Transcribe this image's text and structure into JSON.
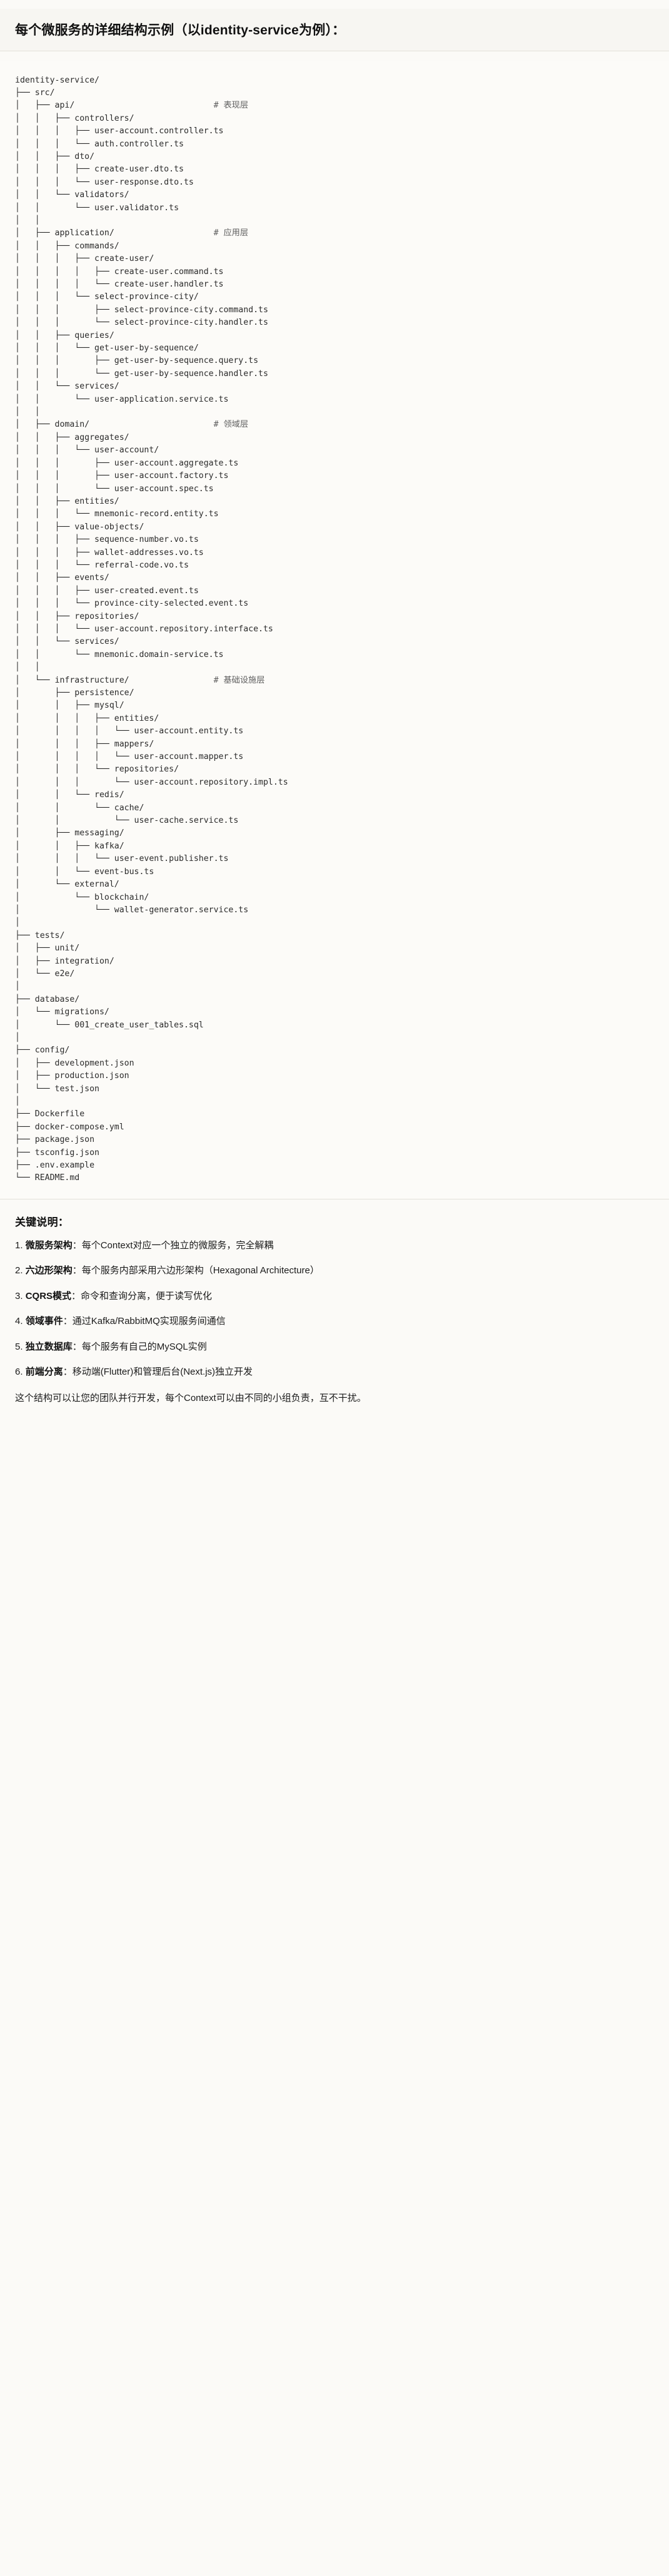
{
  "heading": "每个微服务的详细结构示例（以identity-service为例）：",
  "tree": {
    "root": "identity-service/",
    "lines": [
      {
        "prefix": "identity-service/",
        "comment": ""
      },
      {
        "prefix": "├── src/",
        "comment": ""
      },
      {
        "prefix": "│   ├── api/",
        "comment": "# 表现层"
      },
      {
        "prefix": "│   │   ├── controllers/",
        "comment": ""
      },
      {
        "prefix": "│   │   │   ├── user-account.controller.ts",
        "comment": ""
      },
      {
        "prefix": "│   │   │   └── auth.controller.ts",
        "comment": ""
      },
      {
        "prefix": "│   │   ├── dto/",
        "comment": ""
      },
      {
        "prefix": "│   │   │   ├── create-user.dto.ts",
        "comment": ""
      },
      {
        "prefix": "│   │   │   └── user-response.dto.ts",
        "comment": ""
      },
      {
        "prefix": "│   │   └── validators/",
        "comment": ""
      },
      {
        "prefix": "│   │       └── user.validator.ts",
        "comment": ""
      },
      {
        "prefix": "│   │",
        "comment": ""
      },
      {
        "prefix": "│   ├── application/",
        "comment": "# 应用层"
      },
      {
        "prefix": "│   │   ├── commands/",
        "comment": ""
      },
      {
        "prefix": "│   │   │   ├── create-user/",
        "comment": ""
      },
      {
        "prefix": "│   │   │   │   ├── create-user.command.ts",
        "comment": ""
      },
      {
        "prefix": "│   │   │   │   └── create-user.handler.ts",
        "comment": ""
      },
      {
        "prefix": "│   │   │   └── select-province-city/",
        "comment": ""
      },
      {
        "prefix": "│   │   │       ├── select-province-city.command.ts",
        "comment": ""
      },
      {
        "prefix": "│   │   │       └── select-province-city.handler.ts",
        "comment": ""
      },
      {
        "prefix": "│   │   ├── queries/",
        "comment": ""
      },
      {
        "prefix": "│   │   │   └── get-user-by-sequence/",
        "comment": ""
      },
      {
        "prefix": "│   │   │       ├── get-user-by-sequence.query.ts",
        "comment": ""
      },
      {
        "prefix": "│   │   │       └── get-user-by-sequence.handler.ts",
        "comment": ""
      },
      {
        "prefix": "│   │   └── services/",
        "comment": ""
      },
      {
        "prefix": "│   │       └── user-application.service.ts",
        "comment": ""
      },
      {
        "prefix": "│   │",
        "comment": ""
      },
      {
        "prefix": "│   ├── domain/",
        "comment": "# 领域层"
      },
      {
        "prefix": "│   │   ├── aggregates/",
        "comment": ""
      },
      {
        "prefix": "│   │   │   └── user-account/",
        "comment": ""
      },
      {
        "prefix": "│   │   │       ├── user-account.aggregate.ts",
        "comment": ""
      },
      {
        "prefix": "│   │   │       ├── user-account.factory.ts",
        "comment": ""
      },
      {
        "prefix": "│   │   │       └── user-account.spec.ts",
        "comment": ""
      },
      {
        "prefix": "│   │   ├── entities/",
        "comment": ""
      },
      {
        "prefix": "│   │   │   └── mnemonic-record.entity.ts",
        "comment": ""
      },
      {
        "prefix": "│   │   ├── value-objects/",
        "comment": ""
      },
      {
        "prefix": "│   │   │   ├── sequence-number.vo.ts",
        "comment": ""
      },
      {
        "prefix": "│   │   │   ├── wallet-addresses.vo.ts",
        "comment": ""
      },
      {
        "prefix": "│   │   │   └── referral-code.vo.ts",
        "comment": ""
      },
      {
        "prefix": "│   │   ├── events/",
        "comment": ""
      },
      {
        "prefix": "│   │   │   ├── user-created.event.ts",
        "comment": ""
      },
      {
        "prefix": "│   │   │   └── province-city-selected.event.ts",
        "comment": ""
      },
      {
        "prefix": "│   │   ├── repositories/",
        "comment": ""
      },
      {
        "prefix": "│   │   │   └── user-account.repository.interface.ts",
        "comment": ""
      },
      {
        "prefix": "│   │   └── services/",
        "comment": ""
      },
      {
        "prefix": "│   │       └── mnemonic.domain-service.ts",
        "comment": ""
      },
      {
        "prefix": "│   │",
        "comment": ""
      },
      {
        "prefix": "│   └── infrastructure/",
        "comment": "# 基础设施层"
      },
      {
        "prefix": "│       ├── persistence/",
        "comment": ""
      },
      {
        "prefix": "│       │   ├── mysql/",
        "comment": ""
      },
      {
        "prefix": "│       │   │   ├── entities/",
        "comment": ""
      },
      {
        "prefix": "│       │   │   │   └── user-account.entity.ts",
        "comment": ""
      },
      {
        "prefix": "│       │   │   ├── mappers/",
        "comment": ""
      },
      {
        "prefix": "│       │   │   │   └── user-account.mapper.ts",
        "comment": ""
      },
      {
        "prefix": "│       │   │   └── repositories/",
        "comment": ""
      },
      {
        "prefix": "│       │   │       └── user-account.repository.impl.ts",
        "comment": ""
      },
      {
        "prefix": "│       │   └── redis/",
        "comment": ""
      },
      {
        "prefix": "│       │       └── cache/",
        "comment": ""
      },
      {
        "prefix": "│       │           └── user-cache.service.ts",
        "comment": ""
      },
      {
        "prefix": "│       ├── messaging/",
        "comment": ""
      },
      {
        "prefix": "│       │   ├── kafka/",
        "comment": ""
      },
      {
        "prefix": "│       │   │   └── user-event.publisher.ts",
        "comment": ""
      },
      {
        "prefix": "│       │   └── event-bus.ts",
        "comment": ""
      },
      {
        "prefix": "│       └── external/",
        "comment": ""
      },
      {
        "prefix": "│           └── blockchain/",
        "comment": ""
      },
      {
        "prefix": "│               └── wallet-generator.service.ts",
        "comment": ""
      },
      {
        "prefix": "│",
        "comment": ""
      },
      {
        "prefix": "├── tests/",
        "comment": ""
      },
      {
        "prefix": "│   ├── unit/",
        "comment": ""
      },
      {
        "prefix": "│   ├── integration/",
        "comment": ""
      },
      {
        "prefix": "│   └── e2e/",
        "comment": ""
      },
      {
        "prefix": "│",
        "comment": ""
      },
      {
        "prefix": "├── database/",
        "comment": ""
      },
      {
        "prefix": "│   └── migrations/",
        "comment": ""
      },
      {
        "prefix": "│       └── 001_create_user_tables.sql",
        "comment": ""
      },
      {
        "prefix": "│",
        "comment": ""
      },
      {
        "prefix": "├── config/",
        "comment": ""
      },
      {
        "prefix": "│   ├── development.json",
        "comment": ""
      },
      {
        "prefix": "│   ├── production.json",
        "comment": ""
      },
      {
        "prefix": "│   └── test.json",
        "comment": ""
      },
      {
        "prefix": "│",
        "comment": ""
      },
      {
        "prefix": "├── Dockerfile",
        "comment": ""
      },
      {
        "prefix": "├── docker-compose.yml",
        "comment": ""
      },
      {
        "prefix": "├── package.json",
        "comment": ""
      },
      {
        "prefix": "├── tsconfig.json",
        "comment": ""
      },
      {
        "prefix": "├── .env.example",
        "comment": ""
      },
      {
        "prefix": "└── README.md",
        "comment": ""
      }
    ],
    "comment_column": 40
  },
  "notes": {
    "title": "关键说明：",
    "items": [
      {
        "num": "1.",
        "term": "微服务架构",
        "sep": "：",
        "desc": "每个Context对应一个独立的微服务，完全解耦"
      },
      {
        "num": "2.",
        "term": "六边形架构",
        "sep": "：",
        "desc": "每个服务内部采用六边形架构（Hexagonal Architecture）"
      },
      {
        "num": "3.",
        "term": "CQRS模式",
        "sep": "：",
        "desc": "命令和查询分离，便于读写优化"
      },
      {
        "num": "4.",
        "term": "领域事件",
        "sep": "：",
        "desc": "通过Kafka/RabbitMQ实现服务间通信"
      },
      {
        "num": "5.",
        "term": "独立数据库",
        "sep": "：",
        "desc": "每个服务有自己的MySQL实例"
      },
      {
        "num": "6.",
        "term": "前端分离",
        "sep": "：",
        "desc": "移动端(Flutter)和管理后台(Next.js)独立开发"
      }
    ],
    "closing": "这个结构可以让您的团队并行开发，每个Context可以由不同的小组负责，互不干扰。"
  },
  "colors": {
    "page_background": "#fbfaf7",
    "heading_background": "#f7f6f2",
    "code_background": "#fcfbf8",
    "border": "#e3e1da",
    "text": "#1b1b1b",
    "code_text": "#2b2b2b",
    "comment_text": "#5f5f5f"
  }
}
